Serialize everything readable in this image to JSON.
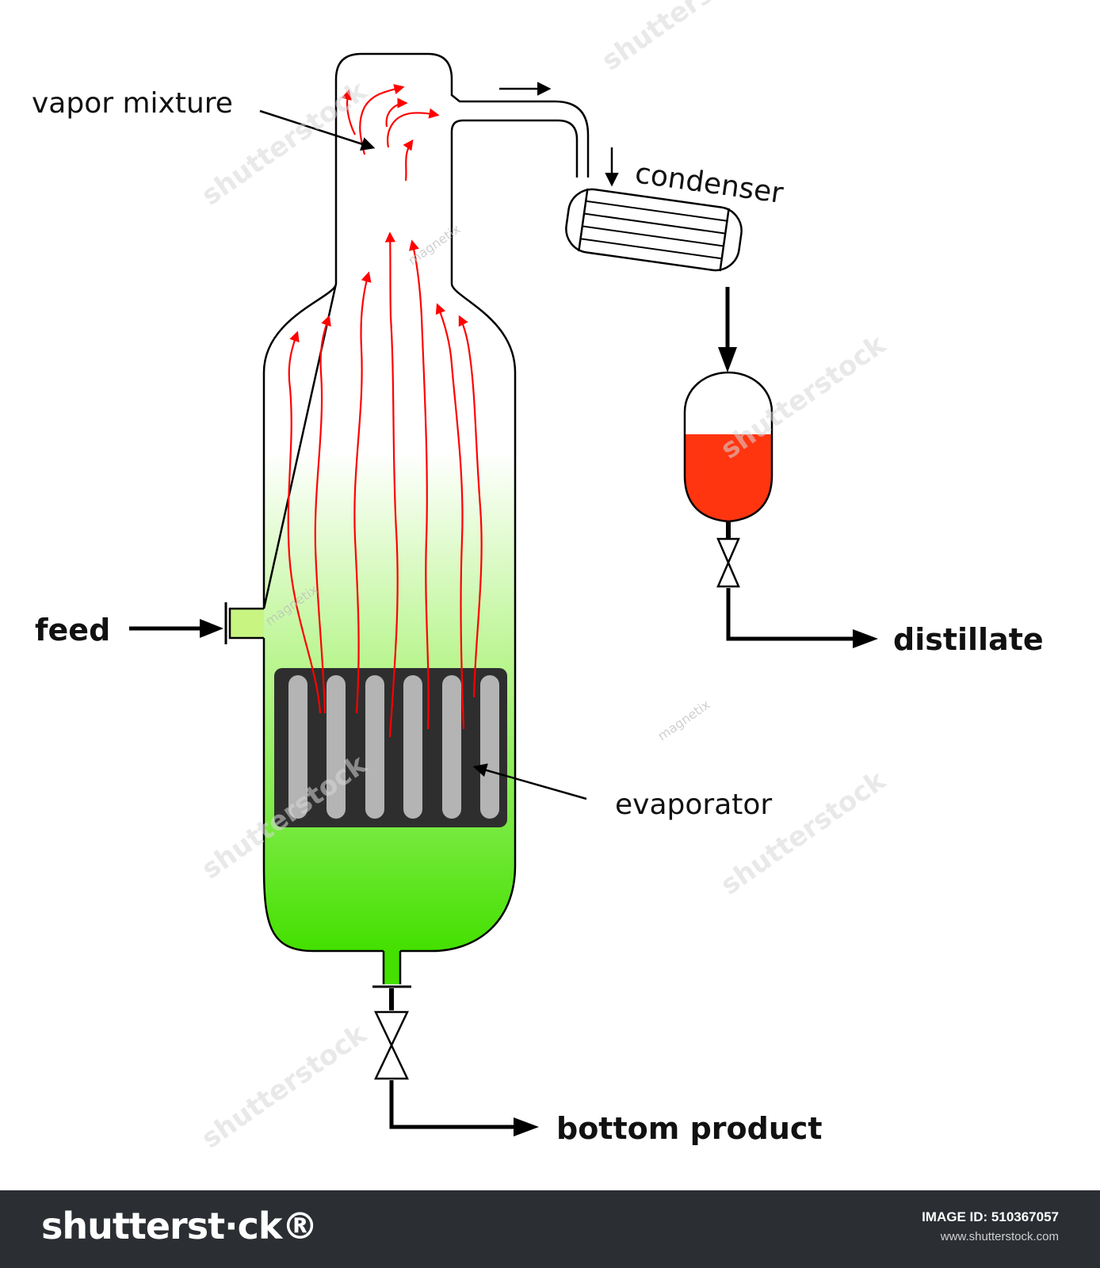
{
  "labels": {
    "vapor_mixture": "vapor mixture",
    "condenser": "condenser",
    "feed": "feed",
    "distillate": "distillate",
    "evaporator": "evaporator",
    "bottom_product": "bottom product"
  },
  "watermarks": {
    "brand": "shutterstock",
    "author": "magnetix"
  },
  "footer": {
    "logo": "shutterst·ck®",
    "image_id": "IMAGE ID: 510367057",
    "url": "www.shutterstock.com"
  },
  "colors": {
    "liquid_green": "#44e000",
    "distillate_red": "#ff3510",
    "vapor_red": "#ff0000",
    "evaporator_body": "#2e2e2e",
    "evaporator_tubes": "#b4b4b4",
    "footer_bg": "#2b2e33"
  }
}
